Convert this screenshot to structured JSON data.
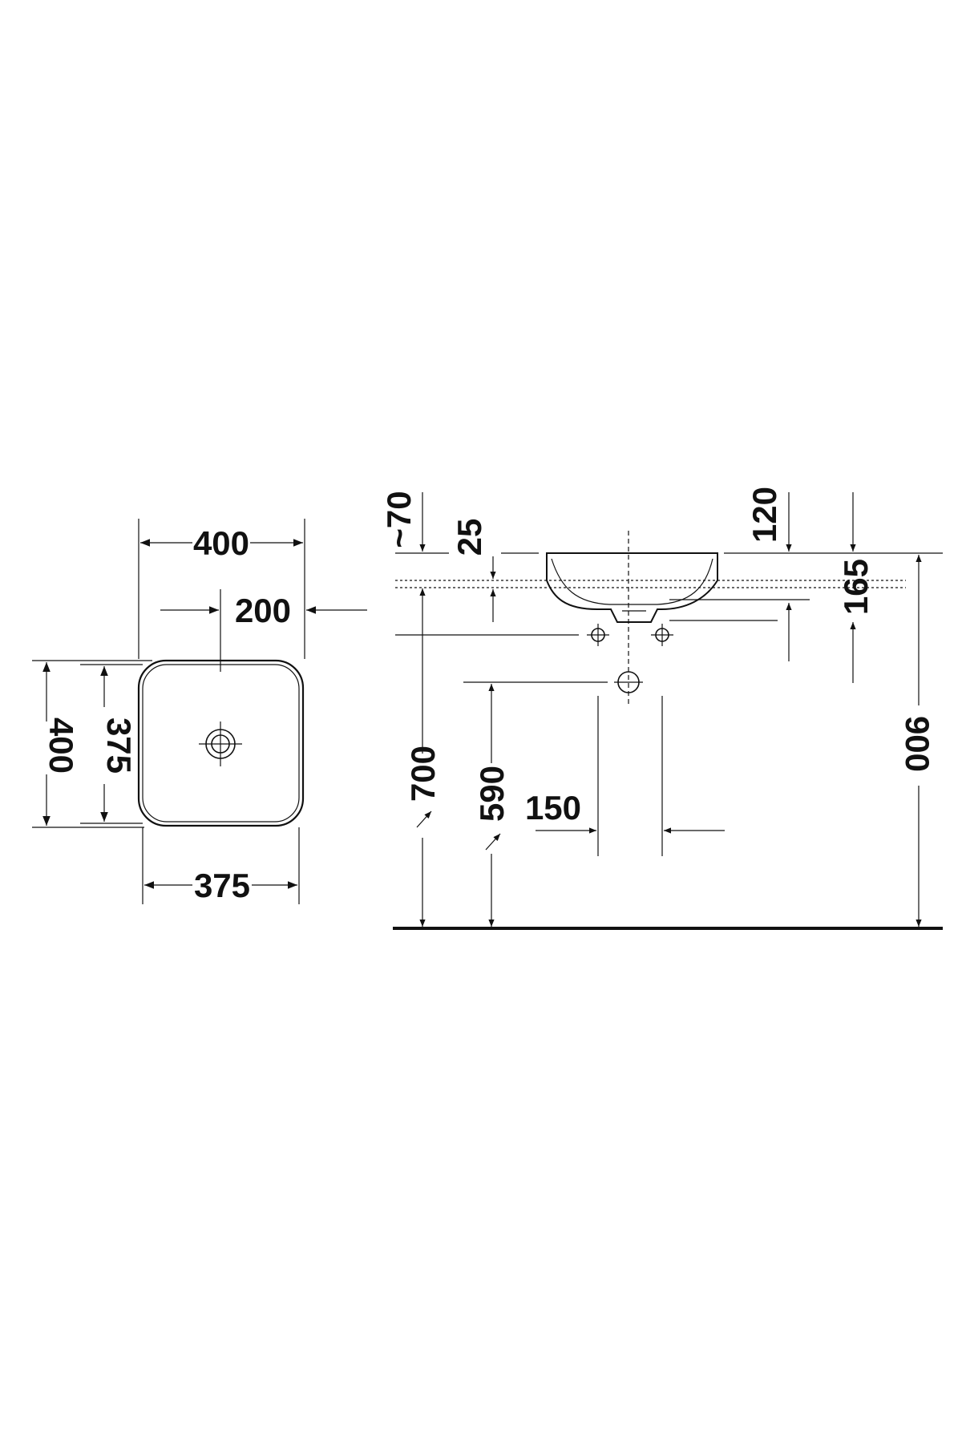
{
  "top_view": {
    "width_outer": "400",
    "drain_offset": "200",
    "depth_outer": "400",
    "depth_inner": "375",
    "width_inner": "375"
  },
  "side_view": {
    "tap_clearance": "~70",
    "rim_thickness": "25",
    "bowl_depth": "120",
    "overflow_height": "165",
    "counter_height": "700",
    "waste_height": "590",
    "supply_spacing": "150",
    "rim_height": "900"
  }
}
